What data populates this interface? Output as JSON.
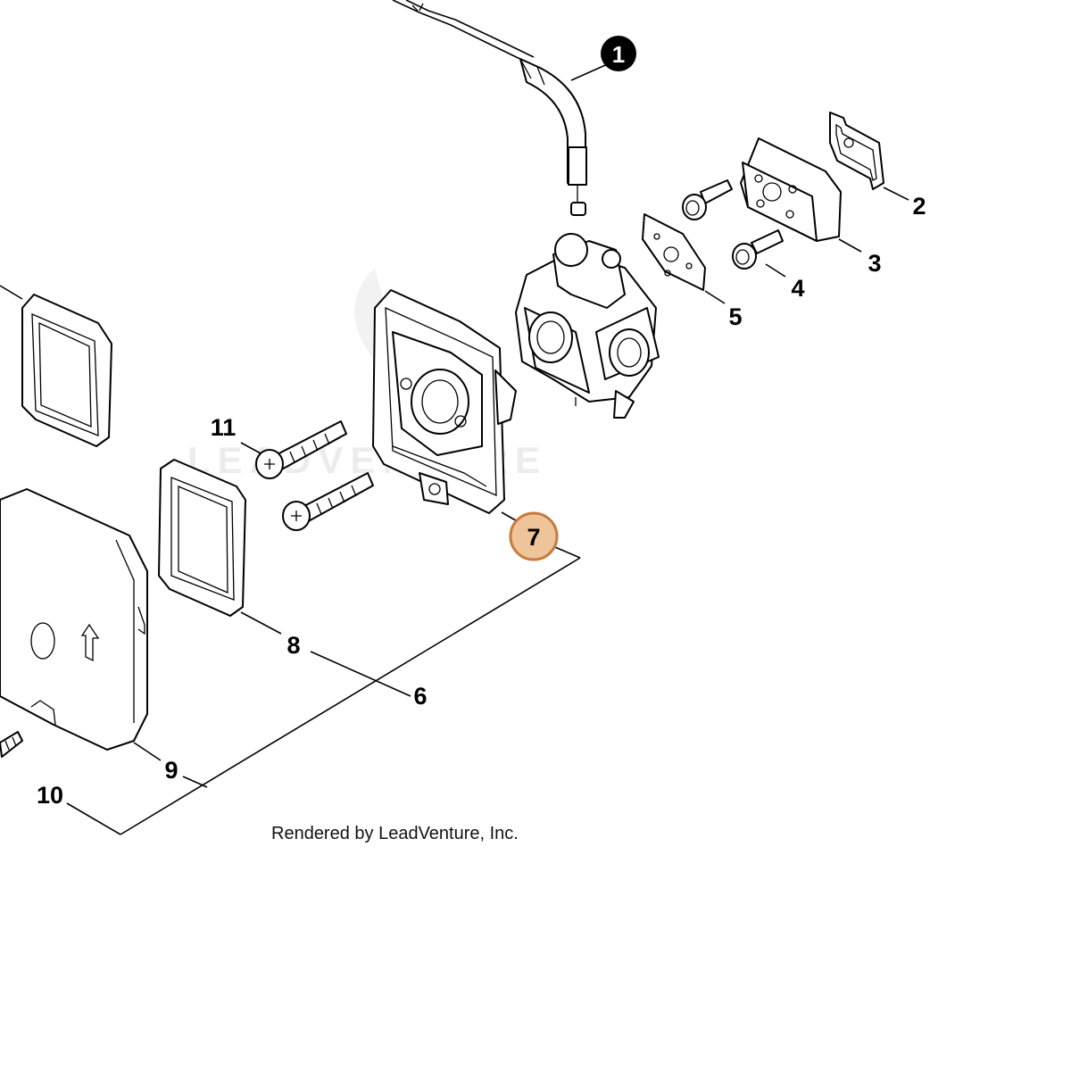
{
  "callouts": {
    "c1": "1",
    "c2": "2",
    "c3": "3",
    "c4": "4",
    "c5": "5",
    "c6": "6",
    "c7": "7",
    "c8": "8",
    "c9": "9",
    "c10": "10",
    "c11": "11"
  },
  "watermark": "LEADVENTURE",
  "credit": "Rendered by LeadVenture, Inc.",
  "colors": {
    "highlight_fill": "#f0c49a",
    "highlight_stroke": "#c87a3a",
    "ink": "#000000"
  }
}
